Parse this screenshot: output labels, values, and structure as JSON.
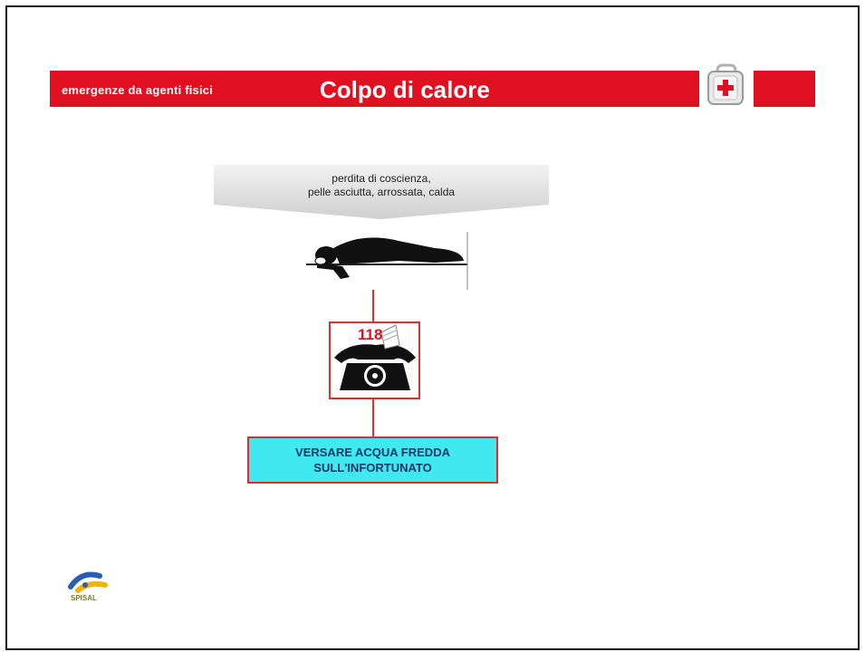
{
  "header": {
    "subtitle": "emergenze da agenti fisici",
    "title": "Colpo di calore"
  },
  "symptoms": {
    "line1": "perdita di coscienza,",
    "line2": "pelle asciutta, arrossata, calda"
  },
  "phone": {
    "number": "118"
  },
  "action": {
    "text": "VERSARE ACQUA FREDDA\nSULL'INFORTUNATO"
  },
  "logo": {
    "text": "SPISAL"
  },
  "colors": {
    "banner": "#e01020",
    "connector": "#d93030",
    "action_fill": "#40e8f0"
  }
}
